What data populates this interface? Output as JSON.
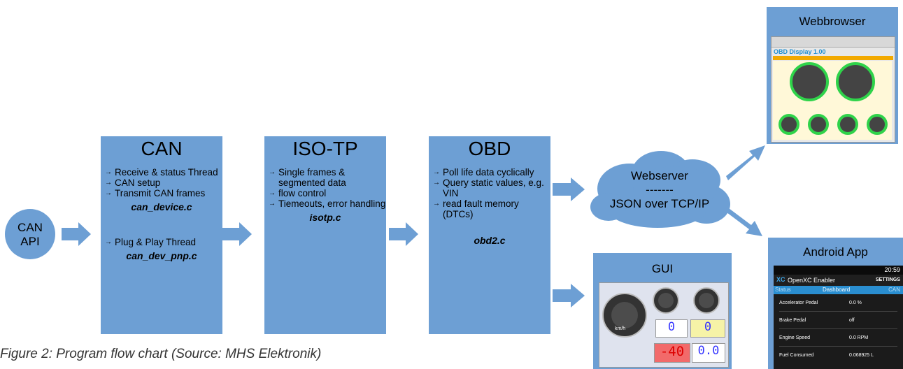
{
  "caption": "Figure 2: Program flow chart (Source: MHS Elektronik)",
  "can_api": {
    "line1": "CAN",
    "line2": "API"
  },
  "can": {
    "title": "CAN",
    "items": [
      "Receive & status Thread",
      "CAN setup",
      "Transmit CAN frames"
    ],
    "file1": "can_device.c",
    "items2": [
      "Plug & Play Thread"
    ],
    "file2": "can_dev_pnp.c"
  },
  "isotp": {
    "title": "ISO-TP",
    "items": [
      "Single frames & segmented data",
      "flow control",
      "Tiemeouts, error handling"
    ],
    "file": "isotp.c"
  },
  "obd": {
    "title": "OBD",
    "items": [
      "Poll life data cyclically",
      "Query static values, e.g. VIN",
      "read fault memory (DTCs)"
    ],
    "file": "obd2.c"
  },
  "webserver": {
    "line1": "Webserver",
    "line2": "-------",
    "line3": "JSON over TCP/IP"
  },
  "webbrowser": {
    "title": "Webbrowser",
    "page_title": "OBD Display 1.00"
  },
  "gui": {
    "title": "GUI",
    "readout1": "0",
    "readout2": "0",
    "readout3": "-40",
    "readout4": "0.0",
    "unit": "km/h"
  },
  "android": {
    "title": "Android App",
    "time": "20:59",
    "app_name": "OpenXC Enabler",
    "settings": "SETTINGS",
    "tabs": [
      "Status",
      "Dashboard",
      "CAN"
    ],
    "rows": [
      {
        "label": "Accelerator Pedal",
        "value": "0.0 %"
      },
      {
        "label": "Brake Pedal",
        "value": "off"
      },
      {
        "label": "Engine Speed",
        "value": "0.0 RPM"
      },
      {
        "label": "Fuel Consumed",
        "value": "0.068925 L"
      }
    ]
  },
  "colors": {
    "box": "#6d9fd4",
    "arrow": "#6d9fd4",
    "gauge_ring": "#2fd34a",
    "browser_header": "#f2a900"
  }
}
